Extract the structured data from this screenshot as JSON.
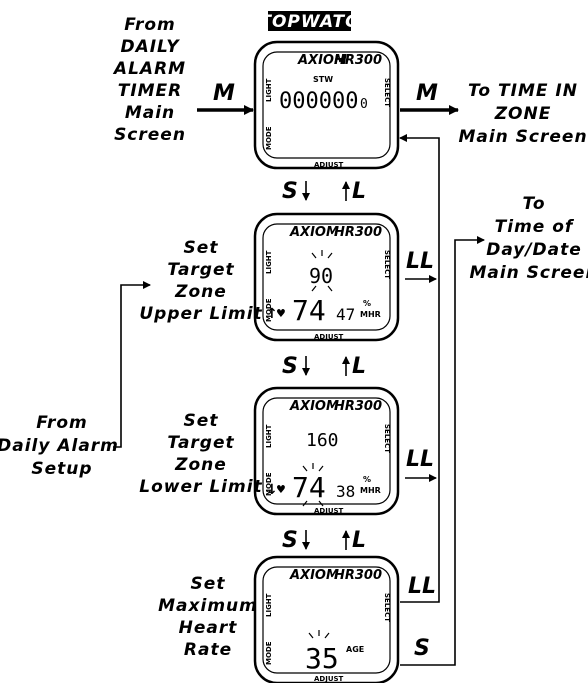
{
  "title": "STOPWATCH",
  "left_labels": {
    "from_daily_alarm_timer": [
      "From",
      "DAILY",
      "ALARM",
      "TIMER",
      "Main",
      "Screen"
    ],
    "set_upper": [
      "Set",
      "Target",
      "Zone",
      "Upper Limit"
    ],
    "from_daily_alarm_setup": [
      "From",
      "Daily Alarm",
      "Setup"
    ],
    "set_lower": [
      "Set",
      "Target",
      "Zone",
      "Lower Limit"
    ],
    "set_max": [
      "Set",
      "Maximum",
      "Heart",
      "Rate"
    ]
  },
  "right_labels": {
    "to_time_in_zone": [
      "To TIME IN",
      "ZONE",
      "Main Screen"
    ],
    "to_time_of_day": [
      "To",
      "Time of",
      "Day/Date",
      "Main Screen"
    ]
  },
  "buttons": {
    "m_in": "M",
    "m_out": "M",
    "s_down": "S",
    "l_up": "L",
    "ll": "LL",
    "s_last": "S"
  },
  "watch": {
    "brand": "AXIOM",
    "model": "HR300",
    "side_light": "LIGHT",
    "side_mode": "MODE",
    "side_select": "SELECT",
    "bottom_adjust": "ADJUST"
  },
  "screens": {
    "stopwatch": {
      "label": "STW",
      "value": "000000",
      "hundredths": "0"
    },
    "upper": {
      "top": "90",
      "bpm": "74",
      "pct": "47",
      "pct_unit": "%",
      "mhr": "MHR"
    },
    "lower": {
      "top": "160",
      "bpm": "74",
      "pct": "38",
      "pct_unit": "%",
      "mhr": "MHR"
    },
    "max": {
      "value": "35",
      "unit": "AGE"
    }
  }
}
